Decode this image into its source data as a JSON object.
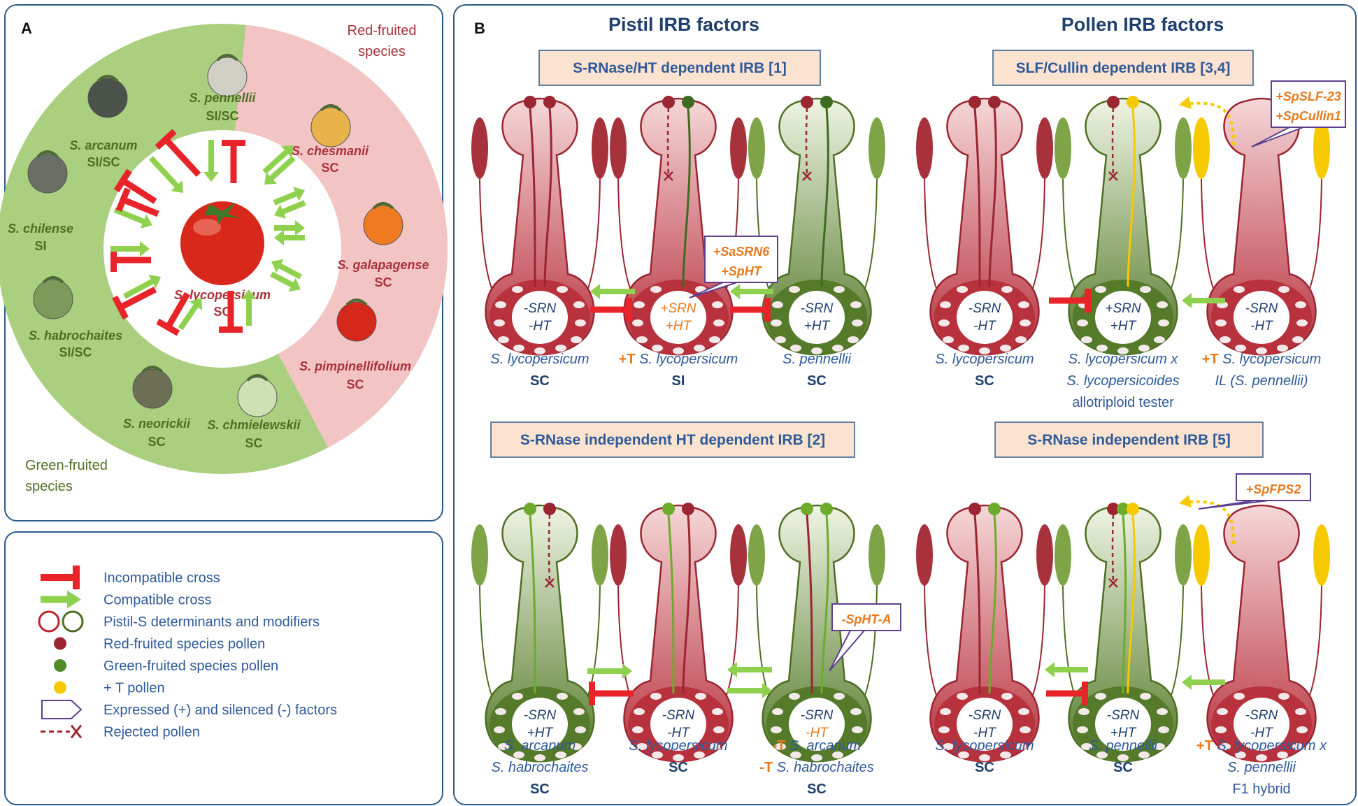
{
  "panel_a": {
    "letter": "A",
    "red_region_label": [
      "Red-fruited",
      "species"
    ],
    "green_region_label": [
      "Green-fruited",
      "species"
    ],
    "center": {
      "name": "S. lycopersicum",
      "status": "SC"
    },
    "species": [
      {
        "name": "S. pennellii",
        "status": "SI/SC",
        "group": "green"
      },
      {
        "name": "S. chesmanii",
        "status": "SC",
        "group": "red"
      },
      {
        "name": "S. galapagense",
        "status": "SC",
        "group": "red"
      },
      {
        "name": "S. pimpinellifolium",
        "status": "SC",
        "group": "red"
      },
      {
        "name": "S. chmielewskii",
        "status": "SC",
        "group": "green"
      },
      {
        "name": "S. neorickii",
        "status": "SC",
        "group": "green"
      },
      {
        "name": "S. habrochaites",
        "status": "SI/SC",
        "group": "green"
      },
      {
        "name": "S. chilense",
        "status": "SI",
        "group": "green"
      },
      {
        "name": "S. arcanum",
        "status": "SI/SC",
        "group": "green"
      }
    ]
  },
  "legend": {
    "items": [
      {
        "icon": "incompatible-icon",
        "label": "Incompatible cross"
      },
      {
        "icon": "compatible-icon",
        "label": "Compatible cross"
      },
      {
        "icon": "pistil-circles-icon",
        "label": "Pistil-S determinants and modifiers"
      },
      {
        "icon": "red-pollen-icon",
        "label": "Red-fruited species pollen"
      },
      {
        "icon": "green-pollen-icon",
        "label": "Green-fruited species pollen"
      },
      {
        "icon": "t-pollen-icon",
        "label": "+ T pollen"
      },
      {
        "icon": "factor-box-icon",
        "label": "Expressed (+) and silenced (-) factors"
      },
      {
        "icon": "rejected-pollen-icon",
        "label": "Rejected pollen"
      }
    ]
  },
  "panel_b": {
    "letter": "B",
    "pistil_title": "Pistil IRB factors",
    "pollen_title": "Pollen IRB factors",
    "box_titles": {
      "tl": "S-RNase/HT dependent IRB [1]",
      "tr": "SLF/Cullin dependent IRB [3,4]",
      "bl": "S-RNase independent HT dependent IRB [2]",
      "br": "S-RNase independent IRB [5]"
    },
    "callouts": {
      "tl": [
        "+SaSRN6",
        "+SpHT"
      ],
      "tr": [
        "+SpSLF-23",
        "+SpCullin1"
      ],
      "bl": [
        "-SpHT-A"
      ],
      "br": [
        "+SpFPS2"
      ]
    },
    "pistils": [
      {
        "id": "tl1",
        "ovary": [
          "-SRN",
          "-HT"
        ],
        "caption": [
          "S. lycopersicum",
          "SC"
        ]
      },
      {
        "id": "tl2",
        "ovary": [
          "+SRN",
          "+HT"
        ],
        "caption_prefix": "+T",
        "caption": [
          "S. lycopersicum",
          "SI"
        ]
      },
      {
        "id": "tl3",
        "ovary": [
          "-SRN",
          "+HT"
        ],
        "caption": [
          "S. pennellii",
          "SC"
        ]
      },
      {
        "id": "tr1",
        "ovary": [
          "-SRN",
          "-HT"
        ],
        "caption": [
          "S. lycopersicum",
          "SC"
        ]
      },
      {
        "id": "tr2",
        "ovary": [
          "+SRN",
          "+HT"
        ],
        "caption": [
          "S. lycopersicum x",
          "S. lycopersicoides",
          "allotriploid tester"
        ]
      },
      {
        "id": "tr3",
        "ovary": [
          "-SRN",
          "-HT"
        ],
        "caption_prefix": "+T",
        "caption": [
          "S. lycopersicum",
          "IL (S. pennellii)"
        ]
      },
      {
        "id": "bl1",
        "ovary": [
          "-SRN",
          "+HT"
        ],
        "caption": [
          "S. arcanum",
          "S. habrochaites",
          "SC"
        ]
      },
      {
        "id": "bl2",
        "ovary": [
          "-SRN",
          "-HT"
        ],
        "caption": [
          "S. lycopersicum",
          "SC"
        ]
      },
      {
        "id": "bl3",
        "ovary": [
          "-SRN",
          "-HT"
        ],
        "caption_prefix": "-T",
        "caption_prefix2": "-T",
        "caption": [
          "S. arcanum",
          "S. habrochaites",
          "SC"
        ]
      },
      {
        "id": "br1",
        "ovary": [
          "-SRN",
          "-HT"
        ],
        "caption": [
          "S. lycopersicum",
          "SC"
        ]
      },
      {
        "id": "br2",
        "ovary": [
          "-SRN",
          "+HT"
        ],
        "caption": [
          "S. pennellii",
          "SC"
        ]
      },
      {
        "id": "br3",
        "ovary": [
          "-SRN",
          "-HT"
        ],
        "caption_prefix": "+T",
        "caption": [
          "S. lycopersicum x",
          "S. pennellii",
          "F1 hybrid"
        ]
      }
    ]
  },
  "colors": {
    "red": "#c0393e",
    "dark_red": "#9b2531",
    "pink_bg": "#f2c4c4",
    "green": "#7fa447",
    "dark_green": "#4e6f23",
    "green_bg": "#a8cf7e",
    "light_green_arrow": "#8fd14f",
    "incompatible": "#e8242a",
    "yellow": "#f6c900",
    "navy": "#1f3f6e",
    "caption_blue": "#2e5a9a",
    "orange": "#e87a1c",
    "title_box": "#fbe3cf",
    "callout_border": "#5d3f8c"
  }
}
